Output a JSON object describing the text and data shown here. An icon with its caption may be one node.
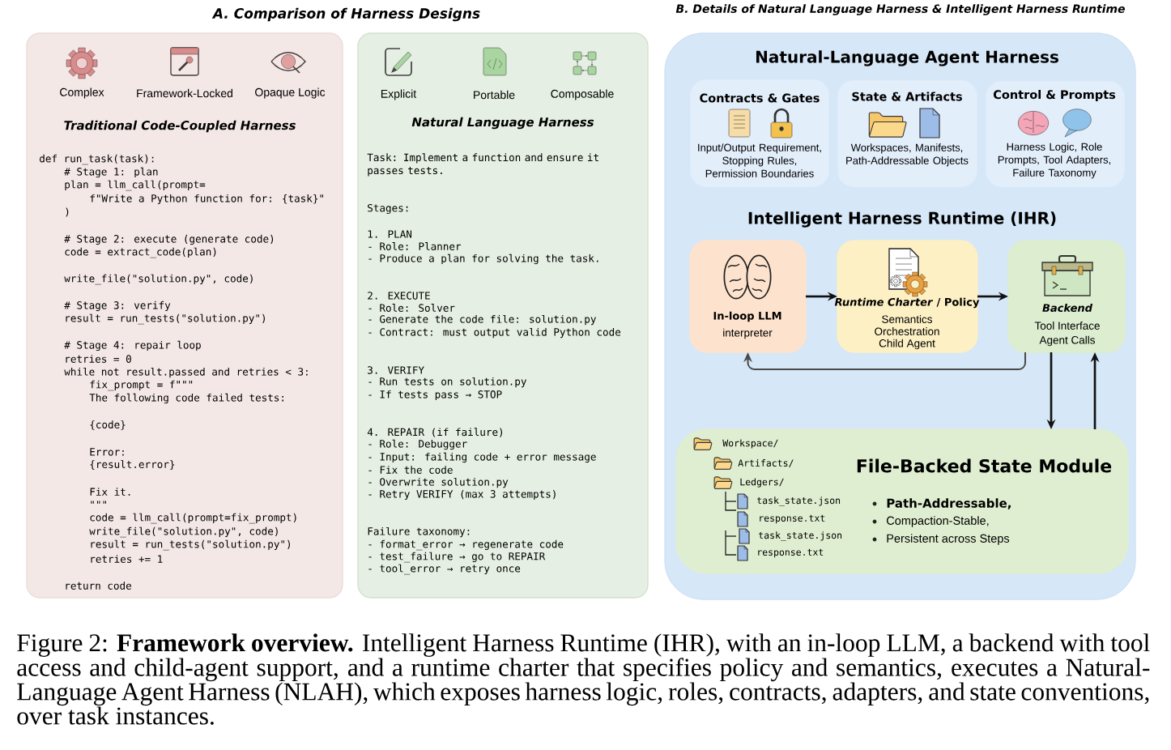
{
  "diagram": {
    "caption": "Figure 2: **Framework overview.** Intelligent Harness Runtime (IHR), with an in-loop LLM, a backend with tool access and child-agent support, and a runtime charter that specifies policy and semantics, executes a Natural-Language Agent Harness (NLAH), which exposes harness logic, roles, contracts, adapters, and state conventions, over task instances.",
    "nodes": [
      {
        "text": [
          "Complex",
          "Framework-Locked",
          "Opaque Logic",
          "Traditional Code-Coupled Harness",
          "def run_task(task):",
          "# Stage 1: plan",
          "plan = llm_call(prompt=",
          "f\"Write a Python function for: {task}\"",
          ")",
          "# Stage 2: execute (generate code)",
          "code = extract_code(plan)",
          "write_file(\"solution.py\", code)",
          "# Stage 3: verify",
          "result = run_tests(\"solution.py\")",
          "# Stage 4: repair loop",
          "retries = 0",
          "while not result.passed and retries < 3:",
          "fix_prompt = f\"\"\"",
          "The following code failed tests:",
          "{code}",
          "Error:",
          "{result.error}",
          "Fix it.",
          "\"\"\"",
          "code = llm_call(prompt=fix_prompt)",
          "write_file(\"solution.py\", code)",
          "result = run_tests(\"solution.py\")",
          "retries += 1",
          "return code"
        ]
      },
      {
        "text": [
          "Explicit",
          "Portable",
          "Composable",
          "Natural Language Harness",
          "Task: Implement a function and ensure it passes tests.",
          "Stages:",
          "1. PLAN",
          "- Role: Planner",
          "- Produce a plan for solving the task.",
          "2. EXECUTE",
          "- Role: Solver",
          "- Generate the code file: solution.py",
          "- Contract: must output valid Python code",
          "3. VERIFY",
          "- Run tests on solution.py",
          "- If tests pass → STOP",
          "4. REPAIR (if failure)",
          "- Role: Debugger",
          "- Input: failing code + error message",
          "- Fix the code",
          "- Overwrite solution.py",
          "- Retry VERIFY (max 3 attempts)",
          "Failure taxonomy:",
          "- format_error → regenerate code",
          "- test_failure → go to REPAIR",
          "- tool_error → retry once"
        ]
      },
      {
        "text": [
          "Natural-Language Agent Harness",
          "Intelligent Harness Runtime (IHR)"
        ]
      },
      {
        "text": [
          "Contracts & Gates",
          "Input/Output Requirement, Stopping Rules, Permission Boundaries"
        ],
        "in": 2
      },
      {
        "text": [
          "State & Artifacts",
          "Workspaces, Manifests, Path-Addressable Objects"
        ],
        "in": 2
      },
      {
        "text": [
          "Control & Prompts",
          "Harness Logic, Role Prompts, Tool Adapters, Failure Taxonomy"
        ],
        "in": 2
      },
      {
        "text": [
          "In-loop LLM",
          "interpreter"
        ],
        "in": 2
      },
      {
        "text": [
          "*Runtime Charter* / Policy",
          "Semantics",
          "Orchestration",
          "Child Agent"
        ],
        "in": 2
      },
      {
        "text": [
          "Backend",
          "Tool Interface",
          "Agent Calls"
        ],
        "in": 2
      },
      {
        "text": [
          "File-Backed State Module",
          "Path-Addressable,",
          "Compaction-Stable,",
          "Persistent across Steps",
          "Workspace/",
          "Artifacts/",
          "Ledgers/",
          "task_state.json",
          "response.txt",
          "task_state.json",
          "response.txt"
        ],
        "in": 2
      }
    ],
    "edges": [
      {
        "from": 6,
        "to": 7,
        "arrow": "to"
      },
      {
        "from": 7,
        "to": 8,
        "arrow": "to"
      },
      {
        "from": 8,
        "to": 6,
        "arrow": "to",
        "color": "#4a4a4a"
      },
      {
        "from": 8,
        "to": 9,
        "arrow": "to"
      },
      {
        "from": 9,
        "to": 8,
        "arrow": "to"
      }
    ],
    "labels": [
      "A. Comparison of Harness Designs",
      "B. Details of Natural Language Harness & Intelligent Harness Runtime"
    ]
  }
}
